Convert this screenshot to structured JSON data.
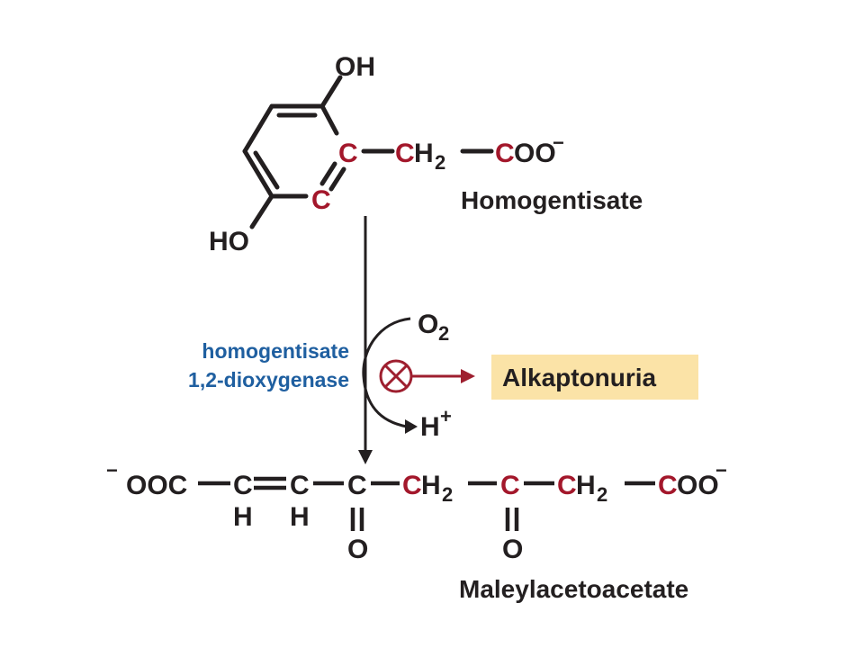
{
  "colors": {
    "black": "#231f20",
    "carbon_highlight": "#a3172b",
    "enzyme_blue": "#1f5fa0",
    "disease_box": "#fbe3a7",
    "inhibit": "#9e1f2f"
  },
  "homogentisate": {
    "oh_top": "OH",
    "oh_bottom": "HO",
    "c1": "C",
    "c2": "C",
    "bond1": "—",
    "ch2_c": "C",
    "ch2_h": "H",
    "ch2_sub": "2",
    "coo_c": "C",
    "coo_oo": "OO",
    "coo_minus": "−",
    "name": "Homogentisate"
  },
  "enzyme": {
    "line1": "homogentisate",
    "line2": "1,2-dioxygenase"
  },
  "cosubstrate": {
    "o": "O",
    "o_sub": "2"
  },
  "coproduct": {
    "h": "H",
    "h_sup": "+"
  },
  "disease": {
    "label": "Alkaptonuria",
    "icon": "inhibition-x-circle-icon"
  },
  "maleylacetoacetate": {
    "minus": "−",
    "ooc": "OOC",
    "c_a": "C",
    "c_b": "C",
    "c_c": "C",
    "c_d": "C",
    "c_e": "C",
    "c_f": "C",
    "c_g": "C",
    "h_a": "H",
    "h_b": "H",
    "o_c": "O",
    "o_e": "O",
    "ch2_h1": "H",
    "ch2_sub1": "2",
    "ch2_h2": "H",
    "ch2_sub2": "2",
    "coo_oo": "OO",
    "coo_minus": "−",
    "name": "Maleylacetoacetate"
  }
}
